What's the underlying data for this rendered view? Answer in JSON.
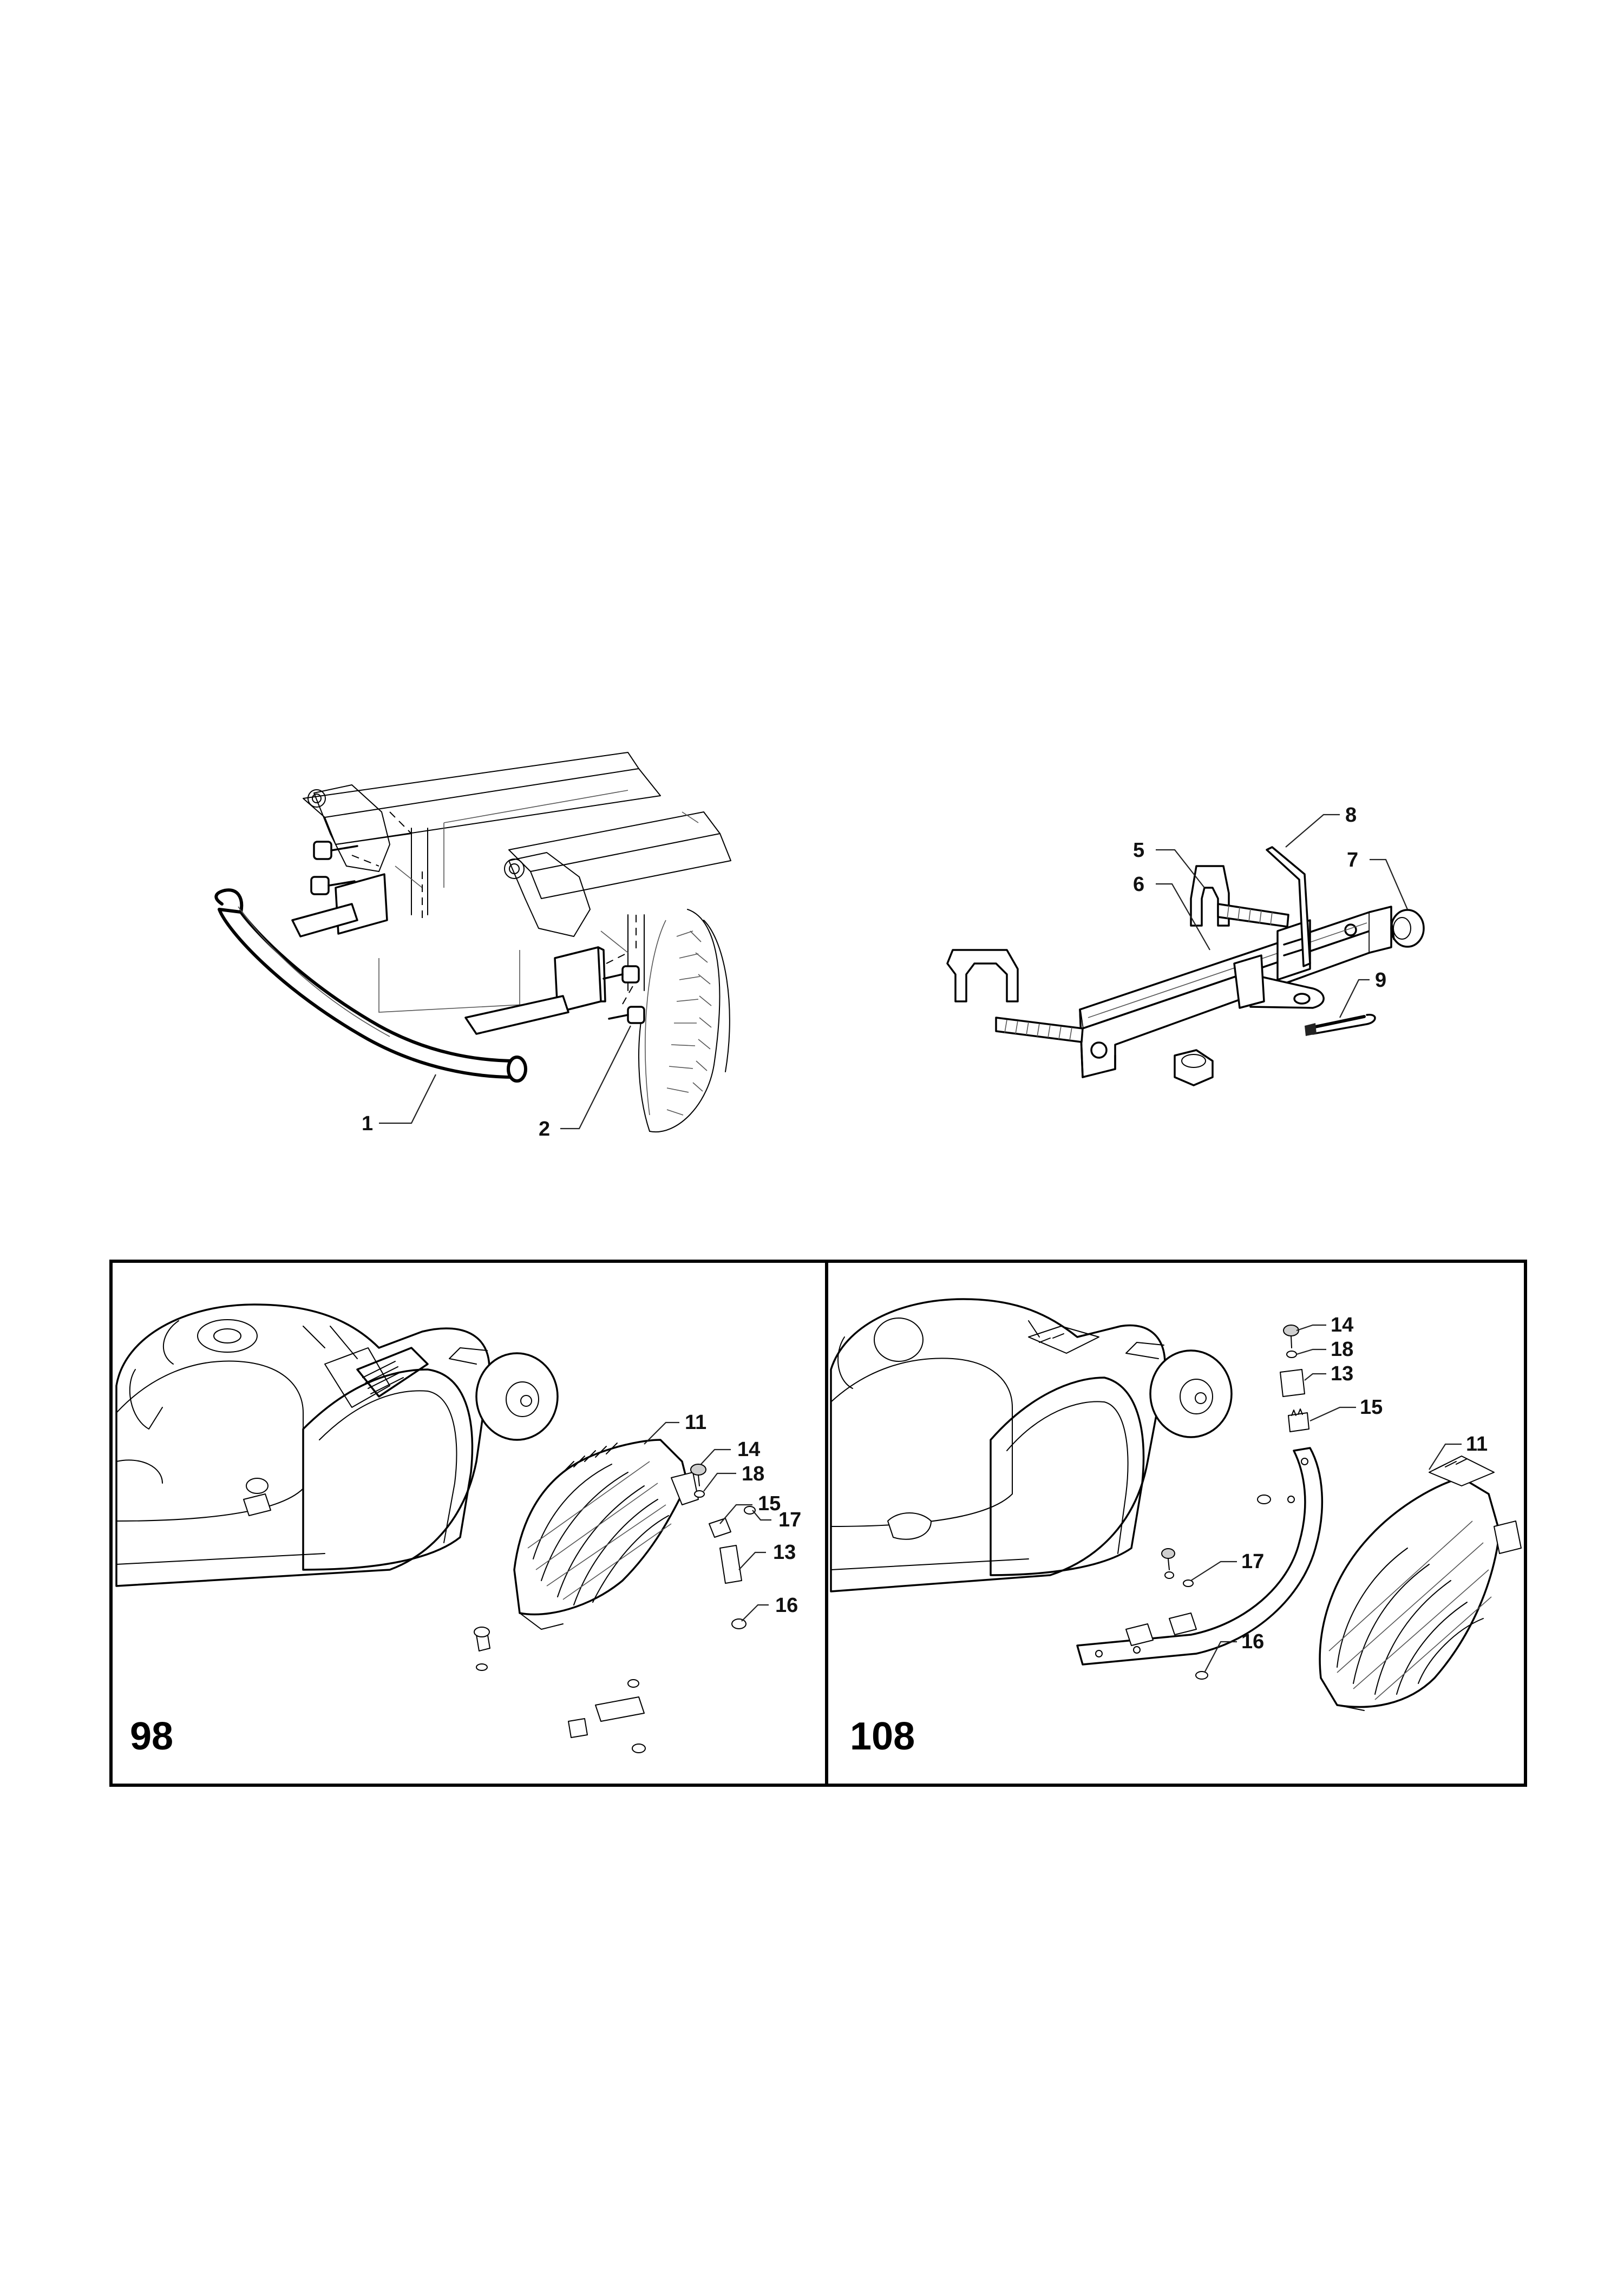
{
  "top_left_assembly": {
    "callouts": [
      {
        "id": "c1",
        "label": "1"
      },
      {
        "id": "c2",
        "label": "2"
      }
    ]
  },
  "top_right_assembly": {
    "callouts": [
      {
        "id": "c5",
        "label": "5"
      },
      {
        "id": "c6",
        "label": "6"
      },
      {
        "id": "c7",
        "label": "7"
      },
      {
        "id": "c8",
        "label": "8"
      },
      {
        "id": "c9",
        "label": "9"
      }
    ]
  },
  "panels": [
    {
      "label": "98",
      "callouts": [
        "11",
        "14",
        "18",
        "15",
        "17",
        "13",
        "16"
      ]
    },
    {
      "label": "108",
      "callouts": [
        "14",
        "18",
        "13",
        "15",
        "11",
        "17",
        "16"
      ]
    }
  ]
}
